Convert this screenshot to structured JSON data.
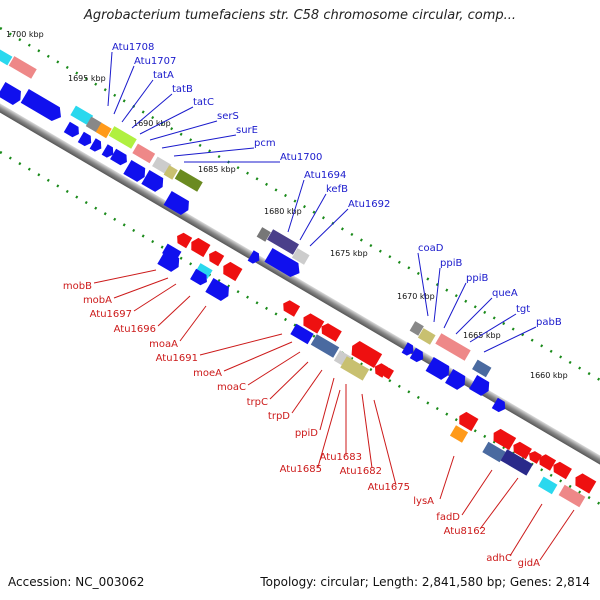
{
  "header": {
    "title": "Agrobacterium tumefaciens str. C58 chromosome circular, comp..."
  },
  "footer": {
    "accession": "Accession: NC_003062",
    "topology": "Topology: circular; Length: 2,841,580 bp; Genes: 2,814"
  },
  "scale_labels": [
    "1700 kbp",
    "1695 kbp",
    "1690 kbp",
    "1685 kbp",
    "1680 kbp",
    "1675 kbp",
    "1670 kbp",
    "1665 kbp",
    "1660 kbp"
  ],
  "forward_genes": [
    "Atu1708",
    "Atu1707",
    "tatA",
    "tatB",
    "tatC",
    "serS",
    "surE",
    "pcm",
    "Atu1700",
    "Atu1694",
    "kefB",
    "Atu1692",
    "coaD",
    "ppiB",
    "ppiB",
    "queA",
    "tgt",
    "pabB"
  ],
  "reverse_genes": [
    "mobB",
    "mobA",
    "Atu1697",
    "Atu1696",
    "moaA",
    "Atu1691",
    "moeA",
    "moaC",
    "trpC",
    "trpD",
    "ppiD",
    "Atu1683",
    "Atu1685",
    "Atu1682",
    "Atu1675",
    "lysA",
    "fadD",
    "Atu8162",
    "adhC",
    "gidA"
  ],
  "colors": {
    "forward_label": "#1a1acc",
    "reverse_label": "#cc1a1a",
    "forward_arrow": "#1010ee",
    "reverse_arrow": "#ee1010",
    "backbone": "#888888",
    "tick": "#1a8a1a"
  }
}
